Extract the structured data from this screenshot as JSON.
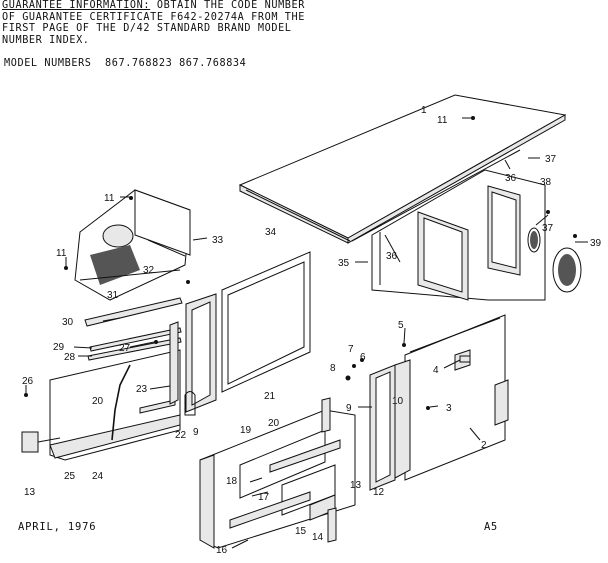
{
  "header": {
    "guarantee_heading": "GUARANTEE INFORMATION:",
    "guarantee_line1_rest": " OBTAIN THE CODE NUMBER",
    "guarantee_line2": "OF GUARANTEE CERTIFICATE F642-20274A FROM THE",
    "guarantee_line3": "FIRST PAGE OF THE D/42 STANDARD BRAND MODEL",
    "guarantee_line4": "NUMBER INDEX.",
    "model_numbers": "MODEL NUMBERS  867.768823 867.768834"
  },
  "footer": {
    "date": "APRIL, 1976",
    "page_code": "A5"
  },
  "callouts": [
    {
      "id": "c1",
      "text": "1"
    },
    {
      "id": "c2",
      "text": "2"
    },
    {
      "id": "c3",
      "text": "3"
    },
    {
      "id": "c4",
      "text": "4"
    },
    {
      "id": "c5",
      "text": "5"
    },
    {
      "id": "c6",
      "text": "6"
    },
    {
      "id": "c7",
      "text": "7"
    },
    {
      "id": "c8",
      "text": "8"
    },
    {
      "id": "c9a",
      "text": "9"
    },
    {
      "id": "c9b",
      "text": "9"
    },
    {
      "id": "c10",
      "text": "10"
    },
    {
      "id": "c11a",
      "text": "11"
    },
    {
      "id": "c11b",
      "text": "11"
    },
    {
      "id": "c11c",
      "text": "11"
    },
    {
      "id": "c12",
      "text": "12"
    },
    {
      "id": "c13a",
      "text": "13"
    },
    {
      "id": "c13b",
      "text": "13"
    },
    {
      "id": "c14",
      "text": "14"
    },
    {
      "id": "c15",
      "text": "15"
    },
    {
      "id": "c16",
      "text": "16"
    },
    {
      "id": "c17",
      "text": "17"
    },
    {
      "id": "c18",
      "text": "18"
    },
    {
      "id": "c19",
      "text": "19"
    },
    {
      "id": "c20a",
      "text": "20"
    },
    {
      "id": "c20b",
      "text": "20"
    },
    {
      "id": "c21",
      "text": "21"
    },
    {
      "id": "c22",
      "text": "22"
    },
    {
      "id": "c23",
      "text": "23"
    },
    {
      "id": "c24",
      "text": "24"
    },
    {
      "id": "c25",
      "text": "25"
    },
    {
      "id": "c26",
      "text": "26"
    },
    {
      "id": "c27",
      "text": "27"
    },
    {
      "id": "c28",
      "text": "28"
    },
    {
      "id": "c29",
      "text": "29"
    },
    {
      "id": "c30",
      "text": "30"
    },
    {
      "id": "c31",
      "text": "31"
    },
    {
      "id": "c32",
      "text": "32"
    },
    {
      "id": "c33",
      "text": "33"
    },
    {
      "id": "c34",
      "text": "34"
    },
    {
      "id": "c35",
      "text": "35"
    },
    {
      "id": "c36a",
      "text": "36"
    },
    {
      "id": "c36b",
      "text": "36"
    },
    {
      "id": "c37a",
      "text": "37"
    },
    {
      "id": "c37b",
      "text": "37"
    },
    {
      "id": "c38",
      "text": "38"
    },
    {
      "id": "c39",
      "text": "39"
    }
  ]
}
